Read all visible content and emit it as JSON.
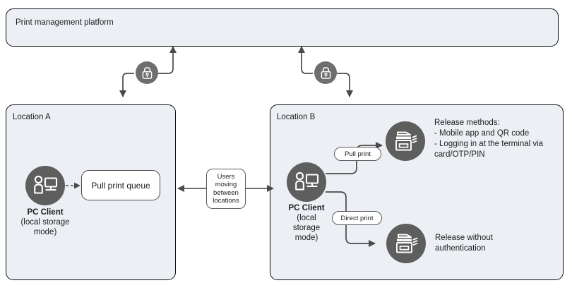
{
  "diagram": {
    "platform": {
      "title": "Print management platform"
    },
    "location_a": {
      "title": "Location A",
      "pc_client": {
        "icon": "pc-client-icon",
        "name": "PC Client",
        "mode_line1": "(local storage",
        "mode_line2": "mode)"
      },
      "queue_node": {
        "label": "Pull print queue"
      }
    },
    "location_b": {
      "title": "Location B",
      "pc_client": {
        "icon": "pc-client-icon",
        "name": "PC Client",
        "mode_line1": "(local",
        "mode_line2": "storage",
        "mode_line3": "mode)"
      },
      "pull_print_label": "Pull print",
      "direct_print_label": "Direct print",
      "release_methods": {
        "icon": "printer-icon",
        "text": "Release methods:\n- Mobile app and QR code\n- Logging in at the terminal via\n   card/OTP/PIN"
      },
      "direct_release": {
        "icon": "printer-icon",
        "text": "Release without\nauthentication"
      }
    },
    "transit": {
      "label_line1": "Users",
      "label_line2": "moving",
      "label_line3": "between",
      "label_line4": "locations"
    },
    "secure_links": [
      {
        "icon": "lock-icon"
      },
      {
        "icon": "lock-icon"
      }
    ],
    "colors": {
      "box_fill": "#eceff4",
      "box_stroke": "#0c0c0c",
      "icon_badge": "#5e5e5e",
      "lock_badge": "#6e6e6e",
      "wire": "#4a4a4a",
      "page_bg": "#ffffff"
    }
  }
}
